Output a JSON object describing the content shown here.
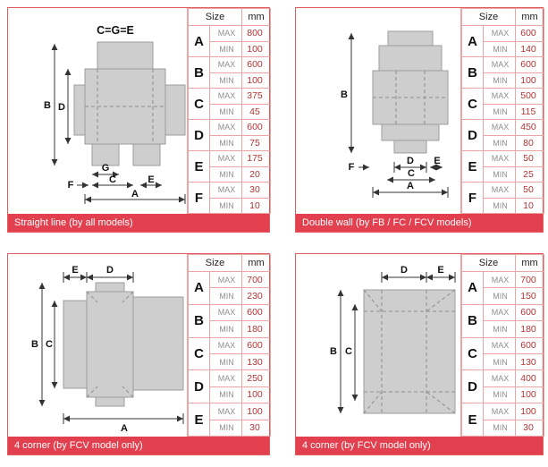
{
  "labels": {
    "size": "Size",
    "mm": "mm",
    "max": "MAX",
    "min": "MIN"
  },
  "panels": [
    {
      "caption": "Straight line (by all models)",
      "diagram": {
        "formula": "C=G=E",
        "b": "B",
        "d": "D",
        "g": "G",
        "c": "C",
        "e": "E",
        "f": "F",
        "a": "A"
      },
      "rows": [
        {
          "letter": "A",
          "max": "800",
          "min": "100"
        },
        {
          "letter": "B",
          "max": "600",
          "min": "100"
        },
        {
          "letter": "C",
          "max": "375",
          "min": "45"
        },
        {
          "letter": "D",
          "max": "600",
          "min": "75"
        },
        {
          "letter": "E",
          "max": "175",
          "min": "20"
        },
        {
          "letter": "F",
          "max": "30",
          "min": "10"
        }
      ]
    },
    {
      "caption": "Double wall (by FB / FC / FCV models)",
      "diagram": {
        "b": "B",
        "f": "F",
        "d": "D",
        "e": "E",
        "c": "C",
        "a": "A"
      },
      "rows": [
        {
          "letter": "A",
          "max": "600",
          "min": "140"
        },
        {
          "letter": "B",
          "max": "600",
          "min": "100"
        },
        {
          "letter": "C",
          "max": "500",
          "min": "115"
        },
        {
          "letter": "D",
          "max": "450",
          "min": "80"
        },
        {
          "letter": "E",
          "max": "50",
          "min": "25"
        },
        {
          "letter": "F",
          "max": "50",
          "min": "10"
        }
      ]
    },
    {
      "caption": "4 corner (by FCV model only)",
      "diagram": {
        "e": "E",
        "d": "D",
        "b": "B",
        "c": "C",
        "a": "A"
      },
      "rows": [
        {
          "letter": "A",
          "max": "700",
          "min": "230"
        },
        {
          "letter": "B",
          "max": "600",
          "min": "180"
        },
        {
          "letter": "C",
          "max": "600",
          "min": "130"
        },
        {
          "letter": "D",
          "max": "250",
          "min": "100"
        },
        {
          "letter": "E",
          "max": "100",
          "min": "30"
        }
      ]
    },
    {
      "caption": "4 corner (by FCV model only)",
      "diagram": {
        "d": "D",
        "e": "E",
        "b": "B",
        "c": "C"
      },
      "rows": [
        {
          "letter": "A",
          "max": "700",
          "min": "150"
        },
        {
          "letter": "B",
          "max": "600",
          "min": "180"
        },
        {
          "letter": "C",
          "max": "600",
          "min": "130"
        },
        {
          "letter": "D",
          "max": "400",
          "min": "100"
        },
        {
          "letter": "E",
          "max": "100",
          "min": "30"
        }
      ]
    }
  ]
}
